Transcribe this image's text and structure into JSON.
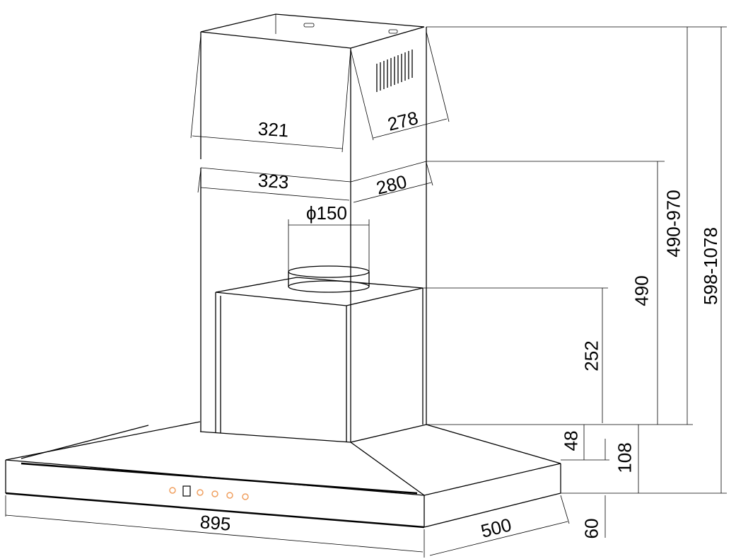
{
  "title": "Range hood dimension drawing",
  "dimensions": {
    "upper_chimney_width": "321",
    "upper_chimney_depth": "278",
    "lower_chimney_width": "323",
    "lower_chimney_depth": "280",
    "duct_diameter": "ϕ150",
    "motor_box_height": "252",
    "chimney_lower_height": "490",
    "chimney_adjust_range": "490-970",
    "total_height_range": "598-1078",
    "canopy_slope_height": "48",
    "canopy_height": "108",
    "trim_height": "60",
    "hood_width": "895",
    "hood_depth": "500"
  },
  "control_panel": {
    "icons": [
      "power-icon",
      "display-icon",
      "plus-icon",
      "minus-icon",
      "fan-icon",
      "light-icon"
    ],
    "accent_color": "#f0a060"
  }
}
